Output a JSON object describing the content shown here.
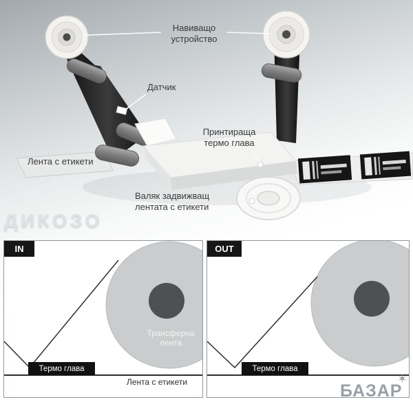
{
  "colors": {
    "badge_black": "#161616",
    "roll_gray": "#cacccd",
    "roll_core_gray": "#4e5051",
    "ribbon_dark": "#1e1e1e",
    "panel_border": "#8f969c",
    "watermark_gray": "#dde2e5",
    "logo_gray": "#98a0a7"
  },
  "diagram": {
    "winder_label": "Навиващо устройство",
    "sensor_label": "Датчик",
    "printhead_label": "Принтираща термо глава",
    "tape_label": "Лента с етикети",
    "platen_label": "Валяк задвижващ лентата с етикети",
    "watermark": "ДИКОЗО"
  },
  "panels": {
    "in": {
      "badge": "IN",
      "ribbon": "Трансферна лента",
      "head": "Термо глава",
      "tape": "Лента с етикети"
    },
    "out": {
      "badge": "OUT",
      "head": "Термо глава"
    }
  },
  "logo": {
    "text": "БАЗАР",
    "star": "✶"
  }
}
